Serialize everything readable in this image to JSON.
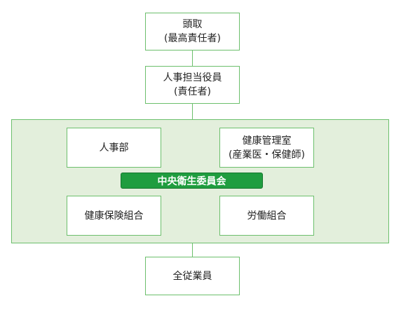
{
  "top_box": {
    "line1": "頭取",
    "line2": "(最高責任者)"
  },
  "officer_box": {
    "line1": "人事担当役員",
    "line2": "(責任者)"
  },
  "hr_box": {
    "label": "人事部"
  },
  "health_room_box": {
    "line1": "健康管理室",
    "line2": "(産業医・保健師)"
  },
  "committee": {
    "label": "中央衛生委員会"
  },
  "insurance_box": {
    "label": "健康保険組合"
  },
  "union_box": {
    "label": "労働組合"
  },
  "employees_box": {
    "label": "全従業員"
  },
  "colors": {
    "border": "#6cbf6c",
    "panel": "#e3efdc",
    "committee": "#1f9d3f"
  }
}
